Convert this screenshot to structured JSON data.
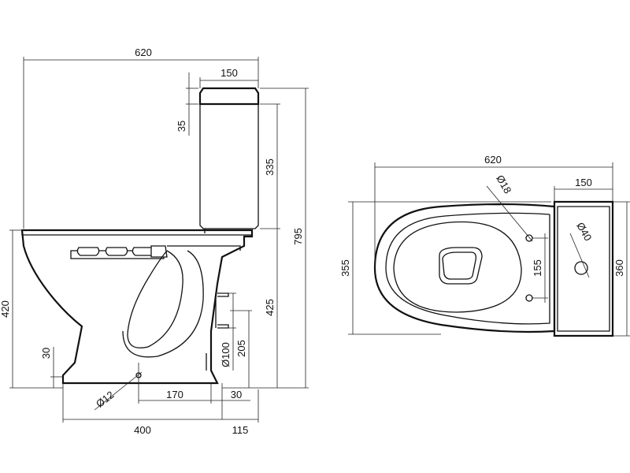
{
  "side_view": {
    "overall_length": "620",
    "cistern_depth": "150",
    "lid_thickness": "35",
    "cistern_height": "335",
    "overall_height": "795",
    "seat_height": "420",
    "bowl_height": "425",
    "outlet_height": "205",
    "outlet_diameter": "Ø100",
    "floor_offset": "30",
    "fixing_hole": "Ø12",
    "fixing_spacing": "170",
    "outlet_setback": "30",
    "base_length": "400",
    "rear_length": "115"
  },
  "top_view": {
    "overall_length": "620",
    "cistern_depth": "150",
    "fixing_hole": "Ø18",
    "tap_hole": "Ø40",
    "bowl_width": "355",
    "cistern_width": "360",
    "fixing_spacing": "155"
  }
}
